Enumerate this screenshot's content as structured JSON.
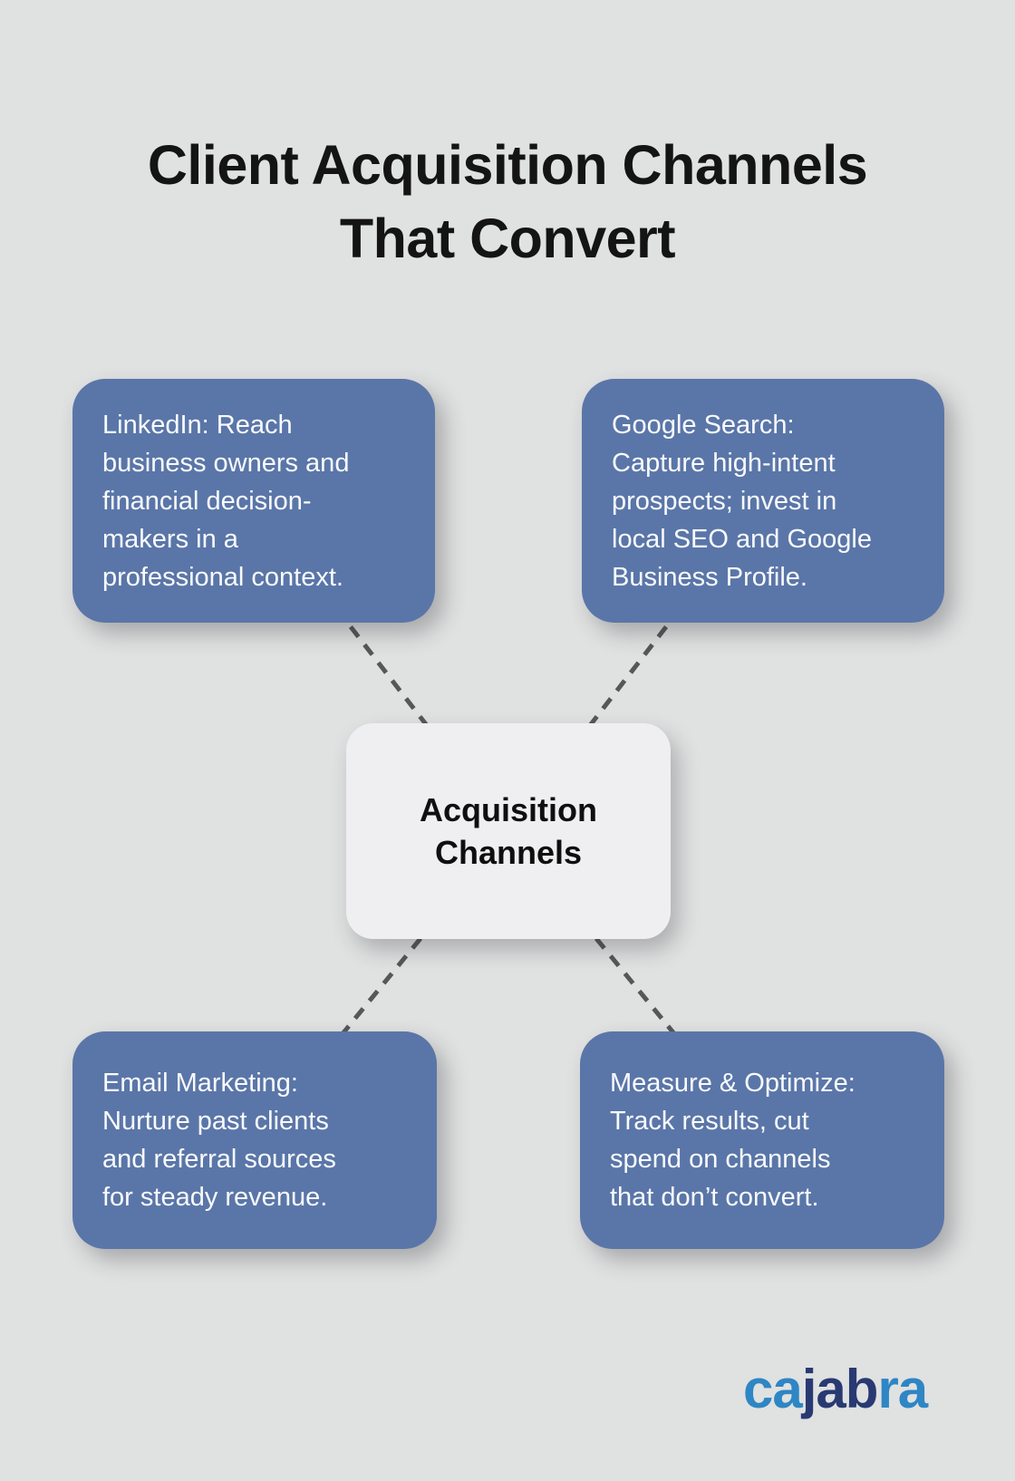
{
  "title": "Client Acquisition Channels\nThat Convert",
  "center_node": {
    "label": "Acquisition\nChannels"
  },
  "nodes": [
    {
      "id": "linkedin",
      "text": "LinkedIn: Reach\nbusiness owners and\nfinancial decision-\nmakers in a\nprofessional context."
    },
    {
      "id": "google-search",
      "text": "Google Search:\nCapture high-intent\nprospects; invest in\nlocal SEO and Google\nBusiness Profile."
    },
    {
      "id": "email-marketing",
      "text": "Email Marketing:\nNurture past clients\nand referral sources\nfor steady revenue."
    },
    {
      "id": "measure-optimize",
      "text": "Measure & Optimize:\nTrack results, cut\nspend on channels\nthat don’t convert."
    }
  ],
  "logo": {
    "part1": "ca",
    "part2": "jab",
    "part3": "ra",
    "light_color": "#2e86c4",
    "dark_color": "#293a72"
  },
  "colors": {
    "background": "#e0e1e1",
    "node_blue": "#5a76a8",
    "node_text": "#f9fafc",
    "center_node_bg": "#efeff1",
    "connector": "#57575a",
    "title_text": "#141414"
  }
}
